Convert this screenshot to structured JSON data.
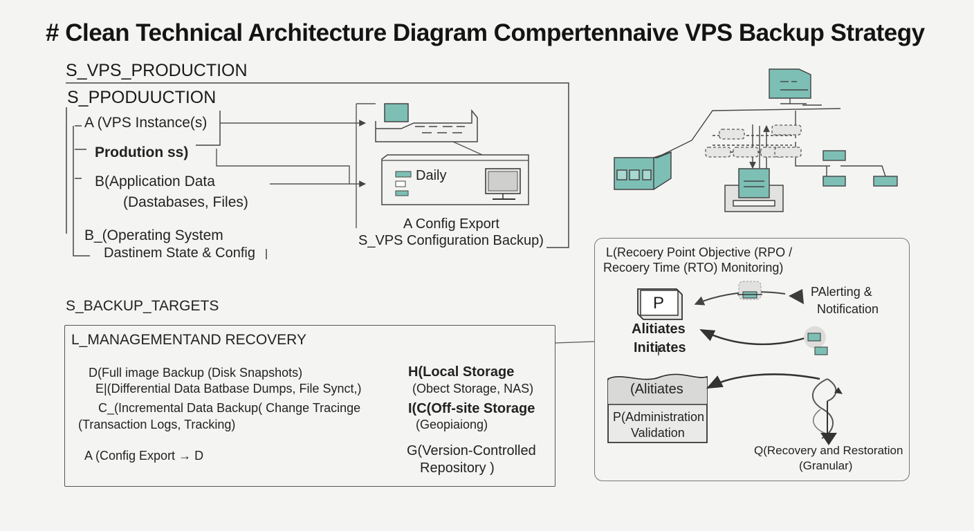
{
  "title": "# Clean Technical Architecture Diagram Compertennaive VPS Backup Strategy",
  "production": {
    "heading": "S_VPS_PRODUCTION",
    "subheading": "S_PPODUUCTION",
    "items": [
      "A (VPS Instance(s)",
      "Prodution ss)",
      "B(Application Data",
      "(Dastabases, Files)",
      "B_(Operating System",
      "Dastinem State & Config"
    ]
  },
  "center": {
    "daily_label": "Daily",
    "config_export": "A Config Export",
    "config_backup": "S_VPS Configuration Backup)"
  },
  "backup_targets": {
    "heading": "S_BACKUP_TARGETS",
    "box_title": "L_MANAGEMENTAND RECOVERY",
    "left_items": [
      "D(Full image Backup (Disk Snapshots)",
      "E|(Differential Data Batbase Dumps, File Synct,)",
      "C_(Incremental Data Backup( Change Tracinge",
      "(Transaction Logs, Tracking)",
      "A (Config Export → D"
    ],
    "right_items": [
      "H(Local Storage",
      "(Obect Storage, NAS)",
      "I(C(Off-site Storage",
      "(Geopiaiong)",
      "G(Version-Controlled",
      "Repository )"
    ]
  },
  "monitoring": {
    "title_line1": "L(Recoery Point Objective (RPO /",
    "title_line2": "Recoery Time (RTO) Monitoring)",
    "p_key": "P",
    "alitiates_initiates": "Alitiates",
    "initiates": "Initiates",
    "alerting_line1": "PAlerting &",
    "alerting_line2": "Notification",
    "doc_title": "(Alitiates",
    "admin_line1": "P(Administration",
    "admin_line2": "Validation",
    "recovery_line1": "Q(Recovery and Restoration",
    "recovery_line2": "(Granular)"
  },
  "colors": {
    "teal": "#7dbfb5",
    "teal_dark": "#4f8f86",
    "line": "#555555",
    "panel_gray": "#d9d9d7"
  }
}
